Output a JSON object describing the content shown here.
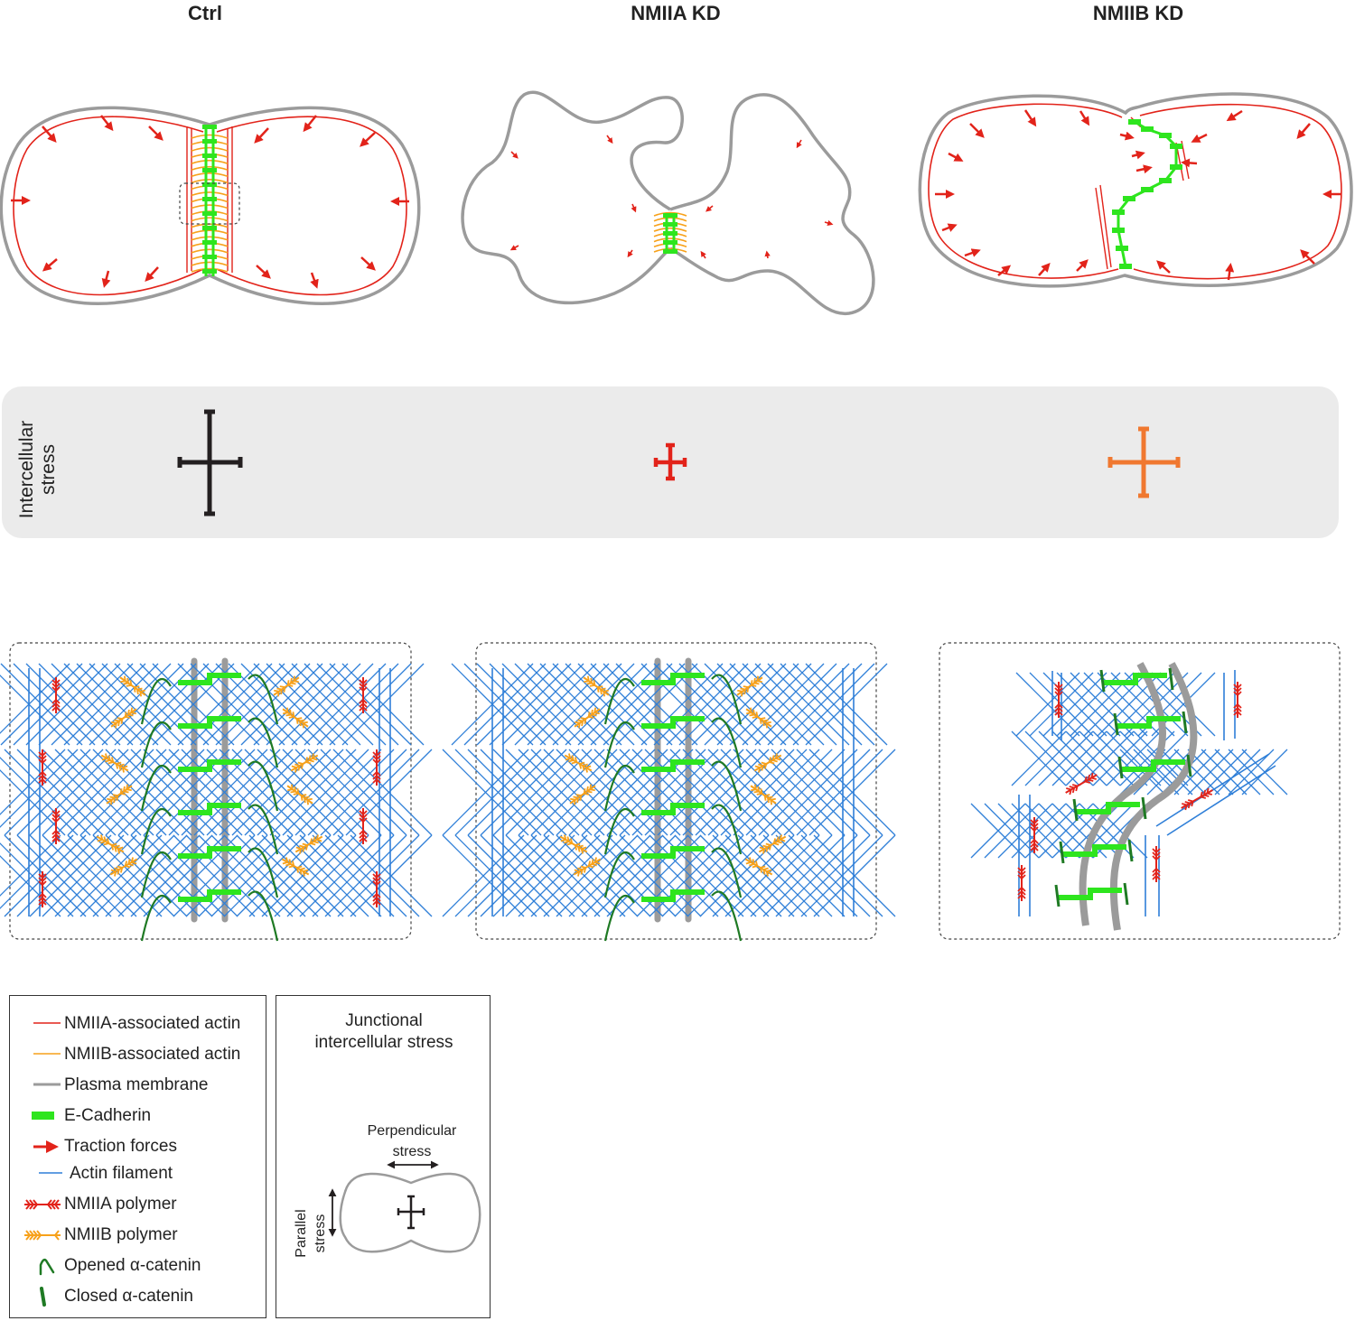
{
  "columns": [
    "Ctrl",
    "NMIIA KD",
    "NMIIB KD"
  ],
  "stress_label": [
    "Intercellular",
    "stress"
  ],
  "legend": [
    {
      "icon": "red-line-icon",
      "label": "NMIIA-associated actin"
    },
    {
      "icon": "orange-line-icon",
      "label": "NMIIB-associated actin"
    },
    {
      "icon": "gray-line-icon",
      "label": "Plasma membrane"
    },
    {
      "icon": "green-bar-icon",
      "label": "E-Cadherin"
    },
    {
      "icon": "red-arrow-icon",
      "label": "Traction forces"
    },
    {
      "icon": "blue-line-icon",
      "label": "Actin filament"
    },
    {
      "icon": "red-polymer-icon",
      "label": "NMIIA polymer"
    },
    {
      "icon": "orange-polymer-icon",
      "label": "NMIIB polymer"
    },
    {
      "icon": "open-catenin-icon",
      "label": "Opened α-catenin"
    },
    {
      "icon": "closed-catenin-icon",
      "label": "Closed α-catenin"
    }
  ],
  "junctional": {
    "title_line1": "Junctional",
    "title_line2": "intercellular stress",
    "perpendicular_line1": "Perpendicular",
    "perpendicular_line2": "stress",
    "parallel_line1": "Parallel",
    "parallel_line2": "stress"
  },
  "colors": {
    "nmiia_actin": "#e2231a",
    "nmiib_actin": "#f7a11a",
    "membrane": "#9b9b9b",
    "ecadherin": "#2ee51e",
    "actin": "#2f7fd8",
    "catenin": "#1f7a24",
    "stress_ctrl": "#231f20",
    "stress_nmiia": "#e2231a",
    "stress_nmiib": "#f07830",
    "panel_bg": "#ebebeb"
  }
}
